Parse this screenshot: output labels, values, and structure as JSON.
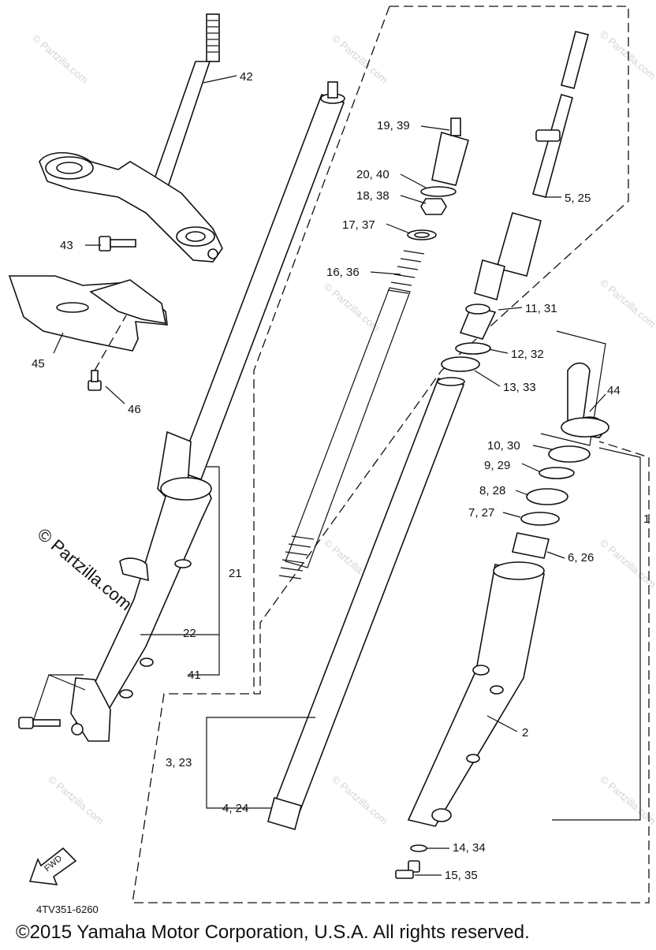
{
  "diagram": {
    "drawing_code": "4TV351-6260",
    "copyright": "©2015 Yamaha Motor Corporation, U.S.A. All rights reserved.",
    "fwd_label": "FWD",
    "watermark": "© Partzilla.com",
    "watermark_large": "© Partzilla.com",
    "callouts": {
      "c1": "1",
      "c2": "2",
      "c3_23": "3, 23",
      "c4_24": "4, 24",
      "c5_25": "5, 25",
      "c6_26": "6, 26",
      "c7_27": "7, 27",
      "c8_28": "8, 28",
      "c9_29": "9, 29",
      "c10_30": "10, 30",
      "c11_31": "11, 31",
      "c12_32": "12, 32",
      "c13_33": "13, 33",
      "c14_34": "14, 34",
      "c15_35": "15, 35",
      "c16_36": "16, 36",
      "c17_37": "17, 37",
      "c18_38": "18, 38",
      "c19_39": "19, 39",
      "c20_40": "20, 40",
      "c21": "21",
      "c22": "22",
      "c41": "41",
      "c42": "42",
      "c43": "43",
      "c44": "44",
      "c45": "45",
      "c46": "46"
    }
  }
}
